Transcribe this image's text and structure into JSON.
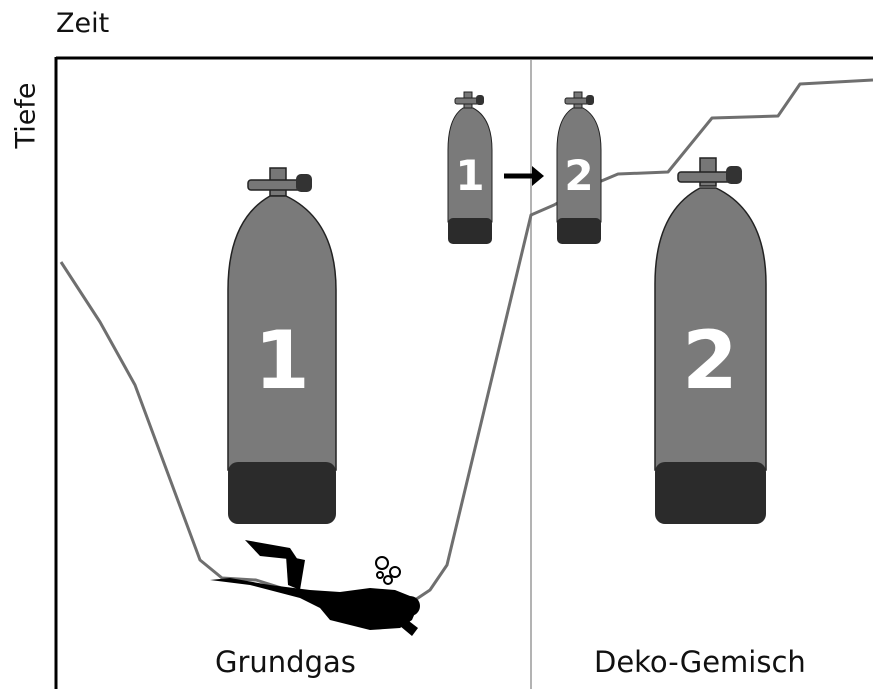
{
  "axes": {
    "x_label": "Zeit",
    "y_label": "Tiefe"
  },
  "phases": {
    "left": "Grundgas",
    "right": "Deko-Gemisch"
  },
  "tanks": {
    "big_left": "1",
    "big_right": "2",
    "switch_from": "1",
    "switch_to": "2"
  },
  "colors": {
    "tank_body": "#7a7a7a",
    "tank_base": "#2b2b2b",
    "profile_line": "#6f6f6f",
    "divider": "#b3b3b3",
    "axis": "#000000"
  },
  "icons": [
    "diver-icon",
    "arrow-right-icon",
    "bubbles-icon"
  ]
}
